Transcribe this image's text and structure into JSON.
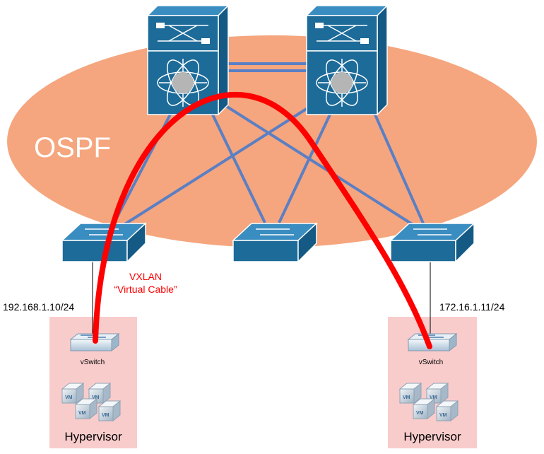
{
  "diagram": {
    "region_label": "OSPF",
    "tunnel_label_line1": "VXLAN",
    "tunnel_label_line2": "“Virtual Cable”",
    "left_host": {
      "ip": "192.168.1.10/24",
      "vswitch_label": "vSwitch",
      "hypervisor_label": "Hypervisor",
      "vm_label": "VM"
    },
    "right_host": {
      "ip": "172.16.1.11/24",
      "vswitch_label": "vSwitch",
      "hypervisor_label": "Hypervisor",
      "vm_label": "VM"
    }
  },
  "colors": {
    "ospf_fill": "#f5a67e",
    "device_blue": "#1d6b99",
    "link_blue": "#5b7fc4",
    "tunnel_red": "#ff0000",
    "host_box": "#f9cccc"
  },
  "icons": [
    "core-switch-icon",
    "access-switch-icon",
    "vswitch-icon",
    "vm-icon"
  ]
}
